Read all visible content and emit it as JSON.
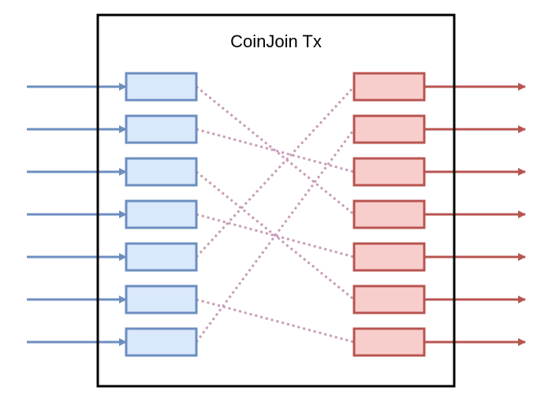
{
  "diagram": {
    "title": "CoinJoin Tx",
    "type": "transaction-mixing",
    "inputs": [
      {
        "id": "input-1"
      },
      {
        "id": "input-2"
      },
      {
        "id": "input-3"
      },
      {
        "id": "input-4"
      },
      {
        "id": "input-5"
      },
      {
        "id": "input-6"
      },
      {
        "id": "input-7"
      }
    ],
    "outputs": [
      {
        "id": "output-1"
      },
      {
        "id": "output-2"
      },
      {
        "id": "output-3"
      },
      {
        "id": "output-4"
      },
      {
        "id": "output-5"
      },
      {
        "id": "output-6"
      },
      {
        "id": "output-7"
      }
    ],
    "connections": [
      {
        "from": 1,
        "to": 4
      },
      {
        "from": 2,
        "to": 3
      },
      {
        "from": 3,
        "to": 6
      },
      {
        "from": 4,
        "to": 5
      },
      {
        "from": 5,
        "to": 1
      },
      {
        "from": 6,
        "to": 7
      },
      {
        "from": 7,
        "to": 2
      }
    ],
    "colors": {
      "frame": "#000000",
      "input_fill": "#dae8fc",
      "input_stroke": "#6c8ebf",
      "output_fill": "#f8cecc",
      "output_stroke": "#b85450",
      "connection": "#c79bb9"
    }
  }
}
